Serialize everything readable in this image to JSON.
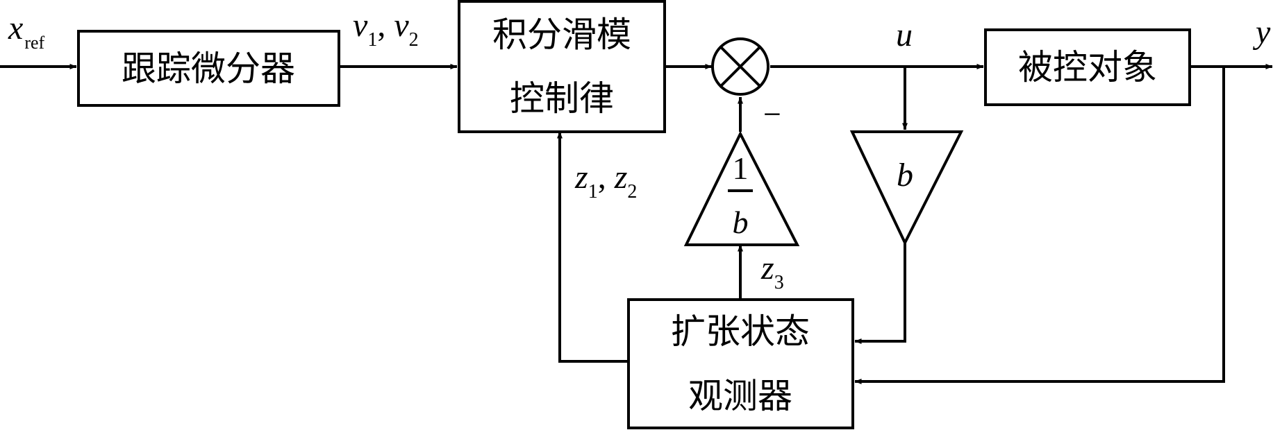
{
  "blocks": {
    "tracking_differentiator": "跟踪微分器",
    "controller_line1": "积分滑模",
    "controller_line2": "控制律",
    "plant": "被控对象",
    "eso_line1": "扩张状态",
    "eso_line2": "观测器"
  },
  "gains": {
    "b": "b",
    "inv_num": "1",
    "inv_den": "b"
  },
  "signals": {
    "input": {
      "base": "x",
      "sub": "ref"
    },
    "ref_outputs": {
      "a": "v",
      "a_sub": "1",
      "sep": ", ",
      "b": "v",
      "b_sub": "2"
    },
    "control": "u",
    "output": "y",
    "states": {
      "a": "z",
      "a_sub": "1",
      "sep": ", ",
      "b": "z",
      "b_sub": "2"
    },
    "disturbance": {
      "base": "z",
      "sub": "3"
    },
    "sum_sign": "−"
  }
}
